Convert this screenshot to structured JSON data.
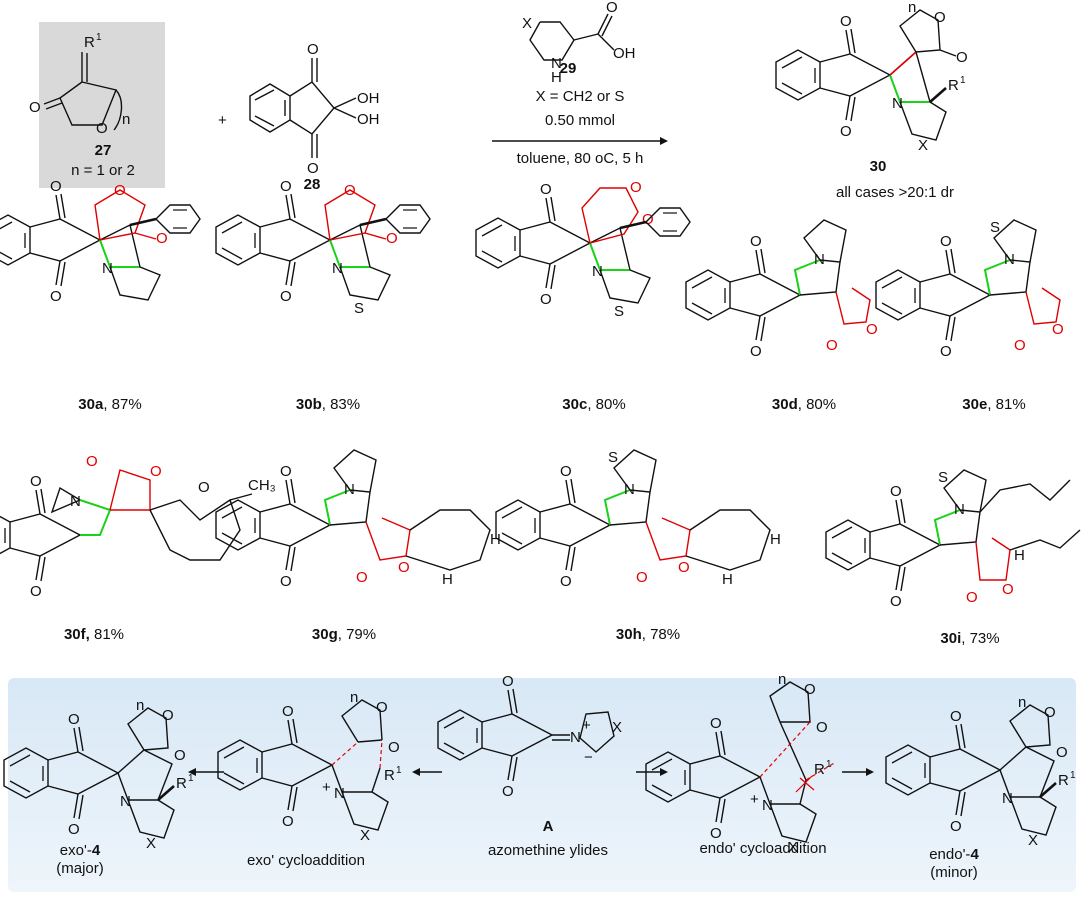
{
  "colors": {
    "bond": "#111111",
    "new_bond": "#19d219",
    "lactone": "#e00000",
    "reactant_box": "#d9d9d9",
    "mechanism_panel_top": "#d8e8f6",
    "mechanism_panel_bottom": "#eef5fb"
  },
  "reaction": {
    "reactant1": {
      "id": "27",
      "note": "n = 1 or 2",
      "substituent": "R1",
      "index": "n"
    },
    "plus": "+",
    "reactant2": {
      "id": "28"
    },
    "reagent": {
      "id": "29",
      "x_definition": "X = CH2 or S",
      "amount": "0.50 mmol",
      "conditions": "toluene, 80 oC, 5 h"
    },
    "product": {
      "id": "30",
      "dr_note": "all cases >20:1 dr"
    }
  },
  "products": [
    {
      "id": "30a",
      "yield": ", 87%"
    },
    {
      "id": "30b",
      "yield": ", 83%"
    },
    {
      "id": "30c",
      "yield": ", 80%"
    },
    {
      "id": "30d",
      "yield": ", 80%"
    },
    {
      "id": "30e",
      "yield": ", 81%"
    },
    {
      "id": "30f,",
      "yield": " 81%"
    },
    {
      "id": "30g",
      "yield": ", 79%"
    },
    {
      "id": "30h",
      "yield": ", 78%"
    },
    {
      "id": "30i",
      "yield": ", 73%"
    }
  ],
  "mechanism": {
    "exo_product_prefix": "exo'-",
    "exo_product_id": "4",
    "exo_product_note": "(major)",
    "exo_ts_label": "exo' cycloaddition",
    "intermediate_id": "A",
    "intermediate_label": "azomethine ylides",
    "endo_ts_label": "endo' cycloaddition",
    "endo_product_prefix": "endo'-",
    "endo_product_id": "4",
    "endo_product_note": "(minor)"
  }
}
